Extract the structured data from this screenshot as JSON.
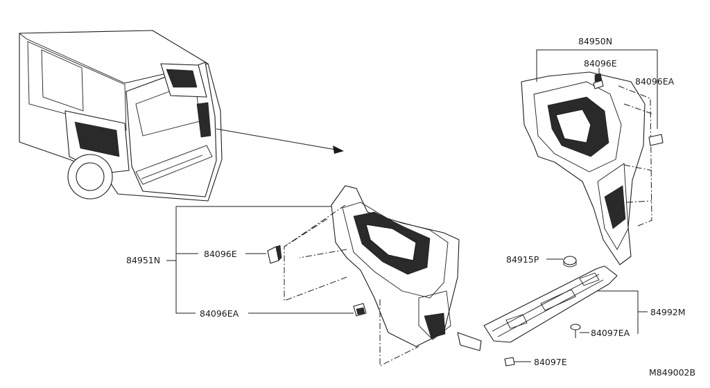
{
  "parts": {
    "p84950N": "84950N",
    "p84096E_top": "84096E",
    "p84096EA_top": "84096EA",
    "p84951N": "84951N",
    "p84096E_left": "84096E",
    "p84096EA_left": "84096EA",
    "p84915P": "84915P",
    "p84992M": "84992M",
    "p84097EA": "84097EA",
    "p84097E": "84097E"
  },
  "diagram_code": "M849002B"
}
